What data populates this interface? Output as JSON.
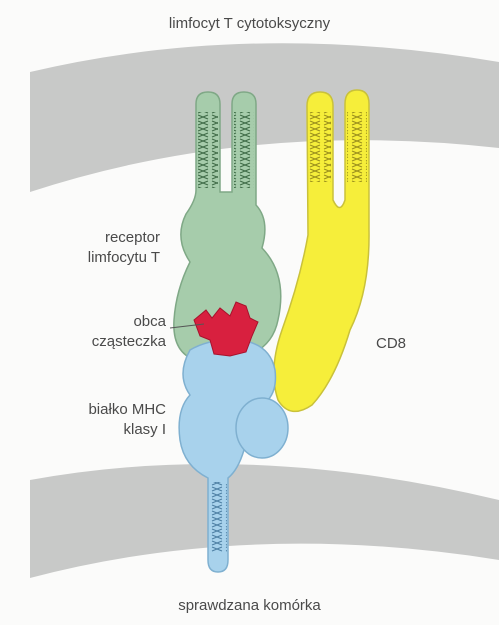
{
  "title_top": "limfocyt T cytotoksyczny",
  "title_bottom": "sprawdzana komórka",
  "labels": {
    "receptor_line1": "receptor",
    "receptor_line2": "limfocytu T",
    "foreign_line1": "obca",
    "foreign_line2": "cząsteczka",
    "mhc_line1": "białko MHC",
    "mhc_line2": "klasy I",
    "cd8": "CD8"
  },
  "colors": {
    "membrane": "#c8c9c8",
    "receptor": "#a6ccab",
    "receptor_stroke": "#7fa886",
    "cd8": "#f6ee3a",
    "cd8_stroke": "#c9c13a",
    "mhc": "#a8d2ec",
    "mhc_stroke": "#7fb0d0",
    "antigen": "#d8203f",
    "text": "#4a4a4a"
  }
}
